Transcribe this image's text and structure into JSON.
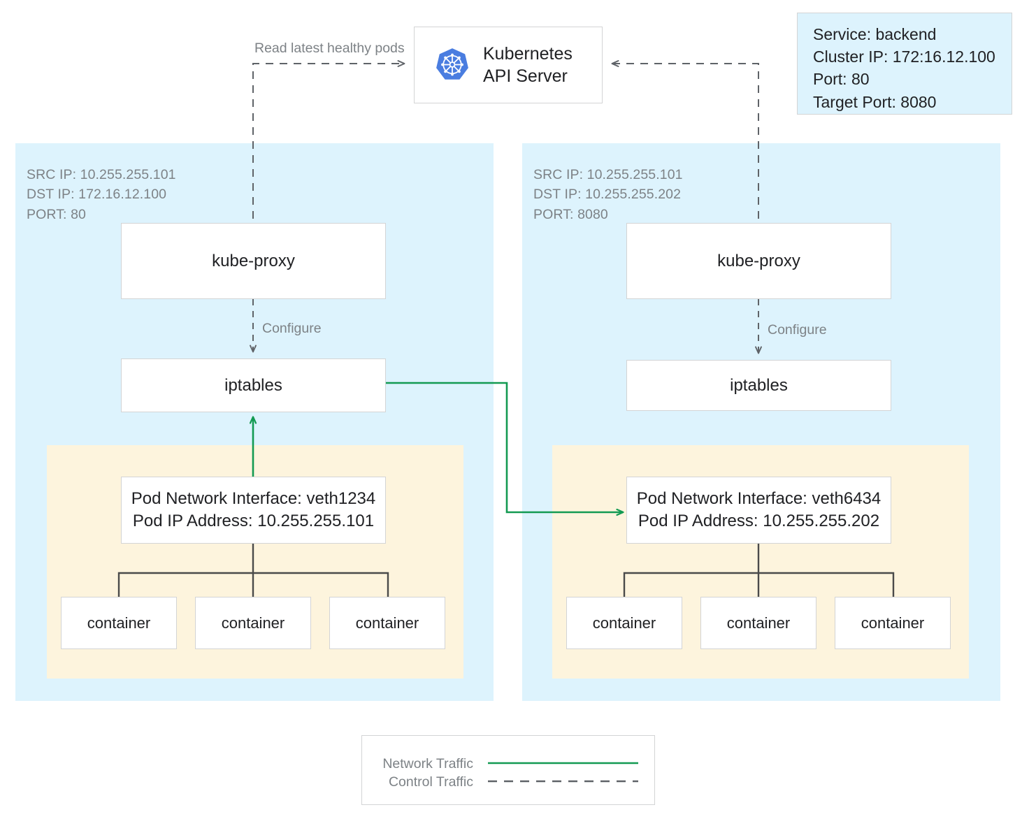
{
  "diagram": {
    "title_context": "Kubernetes kube-proxy iptables service routing"
  },
  "api_server": {
    "label": "Kubernetes\nAPI Server",
    "icon": "kubernetes-logo-icon",
    "logo_color": "#4a7de0"
  },
  "service_info": {
    "text": "Service: backend\nCluster IP: 172:16.12.100\nPort: 80\nTarget Port: 8080",
    "lines": [
      "Service: backend",
      "Cluster IP: 172:16.12.100",
      "Port: 80",
      "Target Port: 8080"
    ],
    "background": "#ddf3fd"
  },
  "edges": {
    "read_pods_label": "Read latest healthy pods",
    "configure_label_left": "Configure",
    "configure_label_right": "Configure",
    "network_color": "#139a52",
    "control_color": "#5f6368"
  },
  "nodes": [
    {
      "id": "node-left",
      "meta": "SRC IP: 10.255.255.101\nDST IP: 172.16.12.100\nPORT: 80",
      "meta_lines": [
        "SRC IP: 10.255.255.101",
        "DST IP: 172.16.12.100",
        "PORT: 80"
      ],
      "kube_proxy": "kube-proxy",
      "iptables": "iptables",
      "pod": {
        "text": "Pod Network Interface: veth1234\nPod IP Address: 10.255.255.101",
        "interface": "veth1234",
        "ip": "10.255.255.101"
      },
      "containers": [
        "container",
        "container",
        "container"
      ]
    },
    {
      "id": "node-right",
      "meta": "SRC IP: 10.255.255.101\nDST IP: 10.255.255.202\nPORT: 8080",
      "meta_lines": [
        "SRC IP: 10.255.255.101",
        "DST IP: 10.255.255.202",
        "PORT: 8080"
      ],
      "kube_proxy": "kube-proxy",
      "iptables": "iptables",
      "pod": {
        "text": "Pod Network Interface: veth6434\nPod IP Address: 10.255.255.202",
        "interface": "veth6434",
        "ip": "10.255.255.202"
      },
      "containers": [
        "container",
        "container",
        "container"
      ]
    }
  ],
  "legend": {
    "items": [
      {
        "label": "Network Traffic",
        "style": "solid",
        "color": "#139a52"
      },
      {
        "label": "Control Traffic",
        "style": "dashed",
        "color": "#5f6368"
      }
    ]
  },
  "colors": {
    "node_panel": "#ddf3fd",
    "pod_region": "#fdf4dd",
    "box_border": "#d3d4d5",
    "text_primary": "#202124",
    "text_muted": "#7d8286",
    "green": "#139a52",
    "gray_line": "#5f6368",
    "tree_line": "#4a4a4a"
  }
}
